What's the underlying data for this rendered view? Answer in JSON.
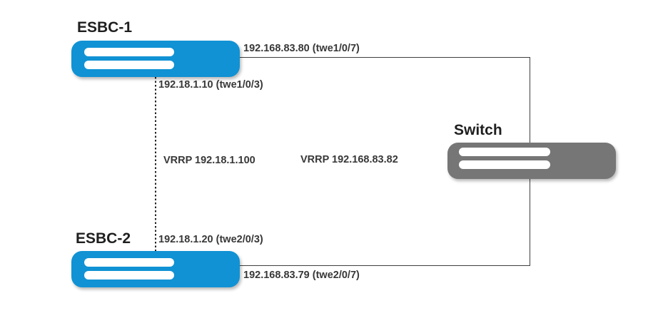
{
  "nodes": {
    "esbc1": {
      "label": "ESBC-1"
    },
    "esbc2": {
      "label": "ESBC-2"
    },
    "switch": {
      "label": "Switch"
    }
  },
  "links": {
    "esbc1_to_switch": {
      "label": "192.168.83.80 (twe1/0/7)"
    },
    "esbc1_heartbeat": {
      "label": "192.18.1.10 (twe1/0/3)"
    },
    "esbc2_heartbeat": {
      "label": "192.18.1.20 (twe2/0/3)"
    },
    "esbc2_to_switch": {
      "label": "192.168.83.79 (twe2/0/7)"
    }
  },
  "vrrp": {
    "internal_label": "VRRP 192.18.1.100",
    "external_label": "VRRP 192.168.83.82"
  },
  "colors": {
    "esbc_fill": "#1092d4",
    "switch_fill": "#767676",
    "connector": "#3f3f3f",
    "label_text": "#383838",
    "title_text": "#1f1f1f"
  }
}
